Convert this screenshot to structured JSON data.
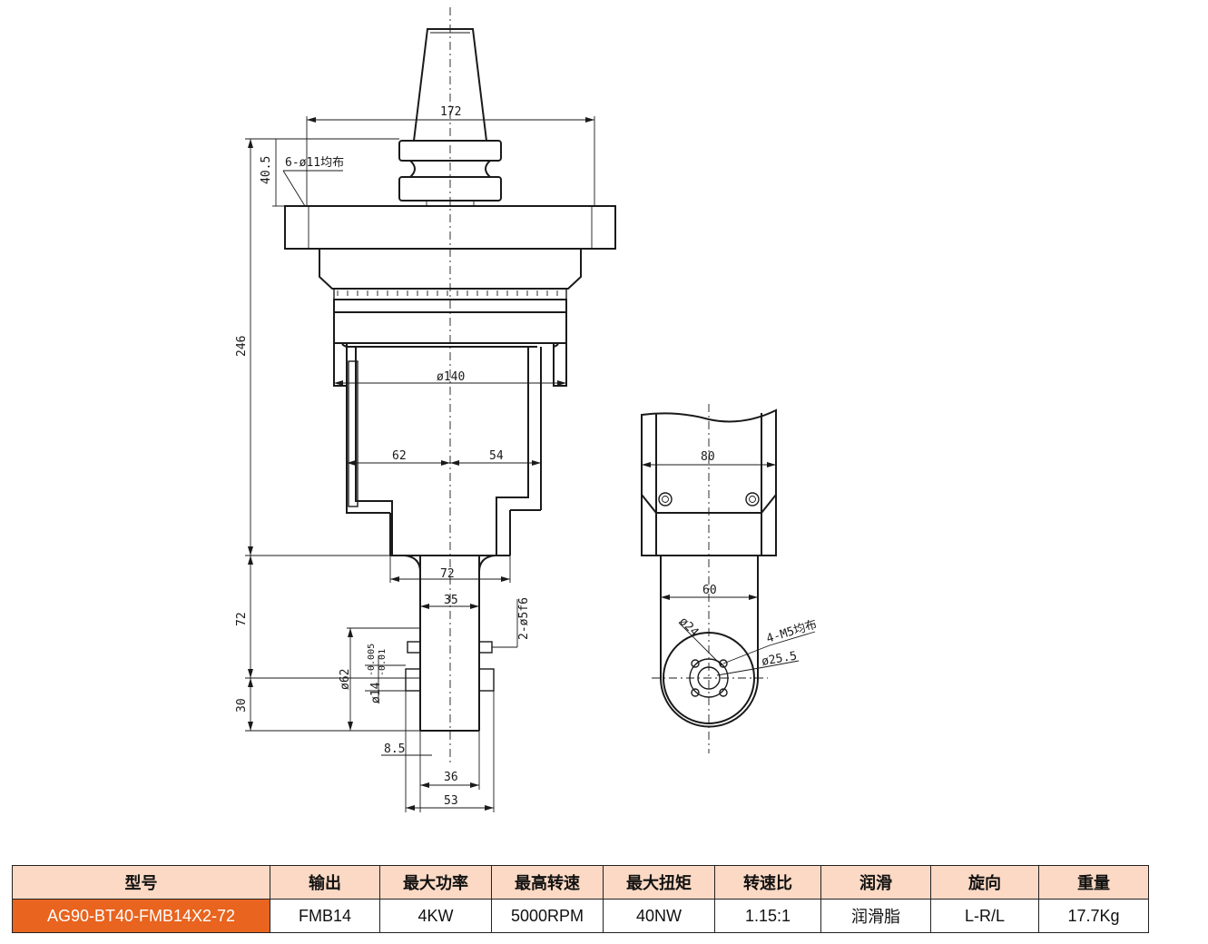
{
  "drawing": {
    "dimensions": {
      "flange_width": "172",
      "flange_height": "40.5",
      "flange_holes": "6-ø11均布",
      "overall_height": "246",
      "body_diameter": "ø140",
      "offset_left": "62",
      "offset_right": "54",
      "neck_width": "72",
      "head_height": "72",
      "spindle_width": "35",
      "pin_holes": "2-ø5f6",
      "head_diameter": "ø62",
      "output_diameter": "ø14",
      "tol_upper": "-0.005",
      "tol_lower": "-0.01",
      "bottom_height": "30",
      "nose_offset": "8.5",
      "nose_width": "36",
      "base_width": "53",
      "side_width_top": "80",
      "side_width_arm": "60",
      "pcd_inner": "ø24",
      "tap_holes": "4-M5均布",
      "pcd_outer": "ø25.5"
    }
  },
  "table": {
    "headers": [
      "型号",
      "输出",
      "最大功率",
      "最高转速",
      "最大扭矩",
      "转速比",
      "润滑",
      "旋向",
      "重量"
    ],
    "row": [
      "AG90-BT40-FMB14X2-72",
      "FMB14",
      "4KW",
      "5000RPM",
      "40NW",
      "1.15:1",
      "润滑脂",
      "L-R/L",
      "17.7Kg"
    ]
  },
  "colors": {
    "header_bg": "#fbd9c4",
    "model_bg": "#e8641f"
  }
}
